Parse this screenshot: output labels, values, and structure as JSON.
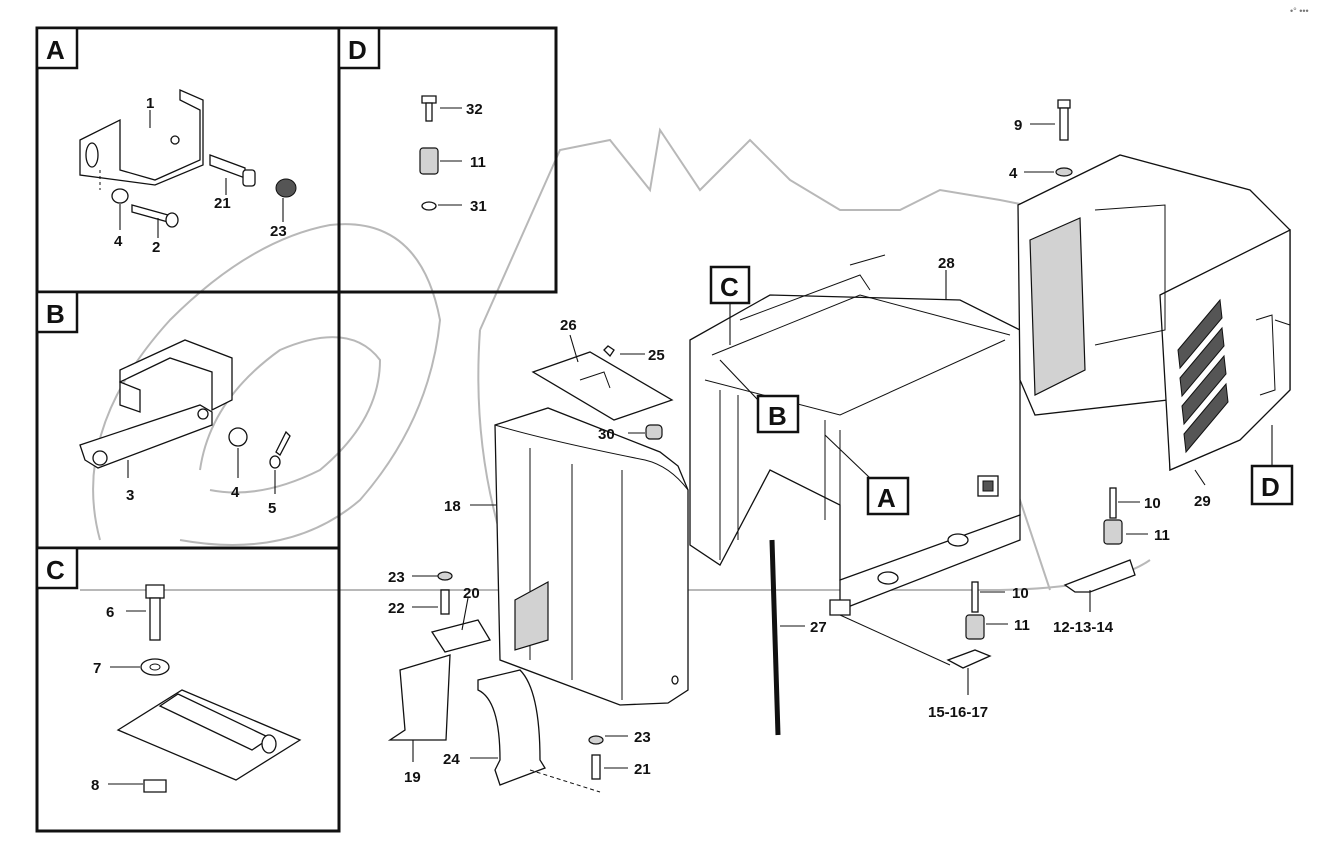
{
  "corner_mark": "•° •••",
  "detail_views": {
    "A": {
      "tag": "A",
      "parts": [
        "1",
        "21",
        "23",
        "4",
        "2"
      ]
    },
    "D": {
      "tag": "D",
      "parts": [
        "32",
        "11",
        "31"
      ]
    },
    "B": {
      "tag": "B",
      "parts": [
        "3",
        "4",
        "5"
      ]
    },
    "C": {
      "tag": "C",
      "parts": [
        "6",
        "7",
        "8"
      ]
    }
  },
  "main_assembly": {
    "callout_tags": {
      "C": "C",
      "B": "B",
      "A": "A",
      "D": "D"
    },
    "part_labels": {
      "9": "9",
      "4": "4",
      "28": "28",
      "26": "26",
      "25": "25",
      "30": "30",
      "18": "18",
      "10a": "10",
      "11a": "11",
      "29": "29",
      "10b": "10",
      "11b": "11",
      "12_13_14": "12-13-14",
      "23a": "23",
      "22": "22",
      "20": "20",
      "27": "27",
      "15_16_17": "15-16-17",
      "19": "19",
      "24": "24",
      "23b": "23",
      "21": "21"
    }
  }
}
